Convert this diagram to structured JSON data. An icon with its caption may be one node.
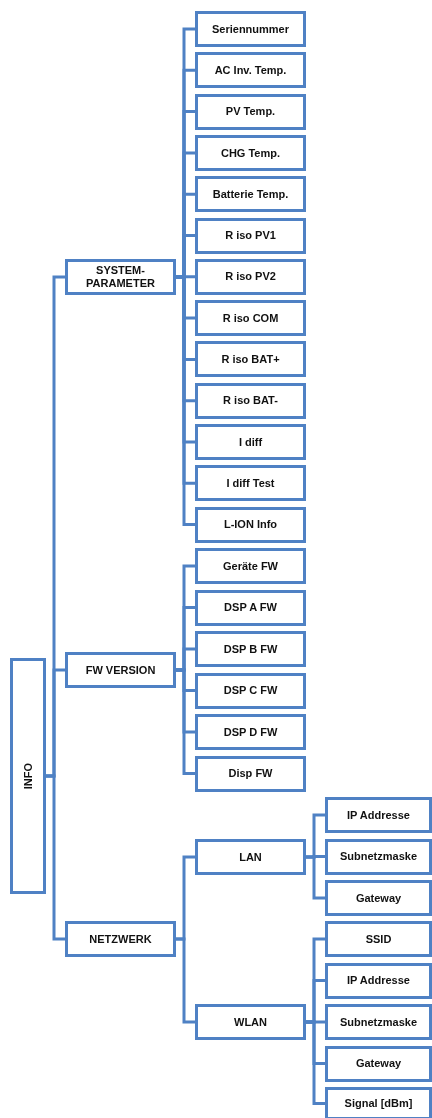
{
  "diagram": {
    "nodes": [
      {
        "text": [
          "INFO"
        ]
      },
      {
        "text": [
          "SYSTEM-PARAMETER"
        ]
      },
      {
        "text": [
          "Seriennummer"
        ]
      },
      {
        "text": [
          "AC Inv. Temp."
        ]
      },
      {
        "text": [
          "PV Temp."
        ]
      },
      {
        "text": [
          "CHG Temp."
        ]
      },
      {
        "text": [
          "Batterie Temp."
        ]
      },
      {
        "text": [
          "R iso PV1"
        ]
      },
      {
        "text": [
          "R iso PV2"
        ]
      },
      {
        "text": [
          "R iso COM"
        ]
      },
      {
        "text": [
          "R iso BAT+"
        ]
      },
      {
        "text": [
          "R iso BAT-"
        ]
      },
      {
        "text": [
          "I diff"
        ]
      },
      {
        "text": [
          "I diff Test"
        ]
      },
      {
        "text": [
          "L-ION Info"
        ]
      },
      {
        "text": [
          "FW VERSION"
        ]
      },
      {
        "text": [
          "Geräte FW"
        ]
      },
      {
        "text": [
          "DSP A FW"
        ]
      },
      {
        "text": [
          "DSP B FW"
        ]
      },
      {
        "text": [
          "DSP C FW"
        ]
      },
      {
        "text": [
          "DSP D FW"
        ]
      },
      {
        "text": [
          "Disp FW"
        ]
      },
      {
        "text": [
          "NETZWERK"
        ]
      },
      {
        "text": [
          "LAN"
        ]
      },
      {
        "text": [
          "IP Addresse"
        ]
      },
      {
        "text": [
          "Subnetzmaske"
        ]
      },
      {
        "text": [
          "Gateway"
        ]
      },
      {
        "text": [
          "WLAN"
        ]
      },
      {
        "text": [
          "SSID"
        ]
      },
      {
        "text": [
          "IP Addresse"
        ]
      },
      {
        "text": [
          "Subnetzmaske"
        ]
      },
      {
        "text": [
          "Gateway"
        ]
      },
      {
        "text": [
          "Signal [dBm]"
        ]
      }
    ],
    "edges": [
      {
        "from": 0,
        "to": 1,
        "arrow": "none"
      },
      {
        "from": 1,
        "to": 2,
        "arrow": "none"
      },
      {
        "from": 1,
        "to": 3,
        "arrow": "none"
      },
      {
        "from": 1,
        "to": 4,
        "arrow": "none"
      },
      {
        "from": 1,
        "to": 5,
        "arrow": "none"
      },
      {
        "from": 1,
        "to": 6,
        "arrow": "none"
      },
      {
        "from": 1,
        "to": 7,
        "arrow": "none"
      },
      {
        "from": 1,
        "to": 8,
        "arrow": "none"
      },
      {
        "from": 1,
        "to": 9,
        "arrow": "none"
      },
      {
        "from": 1,
        "to": 10,
        "arrow": "none"
      },
      {
        "from": 1,
        "to": 11,
        "arrow": "none"
      },
      {
        "from": 1,
        "to": 12,
        "arrow": "none"
      },
      {
        "from": 1,
        "to": 13,
        "arrow": "none"
      },
      {
        "from": 1,
        "to": 14,
        "arrow": "none"
      },
      {
        "from": 0,
        "to": 15,
        "arrow": "none"
      },
      {
        "from": 15,
        "to": 16,
        "arrow": "none"
      },
      {
        "from": 15,
        "to": 17,
        "arrow": "none"
      },
      {
        "from": 15,
        "to": 18,
        "arrow": "none"
      },
      {
        "from": 15,
        "to": 19,
        "arrow": "none"
      },
      {
        "from": 15,
        "to": 20,
        "arrow": "none"
      },
      {
        "from": 15,
        "to": 21,
        "arrow": "none"
      },
      {
        "from": 0,
        "to": 22,
        "arrow": "none"
      },
      {
        "from": 22,
        "to": 23,
        "arrow": "none"
      },
      {
        "from": 23,
        "to": 24,
        "arrow": "none"
      },
      {
        "from": 23,
        "to": 25,
        "arrow": "none"
      },
      {
        "from": 23,
        "to": 26,
        "arrow": "none"
      },
      {
        "from": 22,
        "to": 27,
        "arrow": "none"
      },
      {
        "from": 27,
        "to": 28,
        "arrow": "none"
      },
      {
        "from": 27,
        "to": 29,
        "arrow": "none"
      },
      {
        "from": 27,
        "to": 30,
        "arrow": "none"
      },
      {
        "from": 27,
        "to": 31,
        "arrow": "none"
      },
      {
        "from": 27,
        "to": 32,
        "arrow": "none"
      }
    ]
  }
}
